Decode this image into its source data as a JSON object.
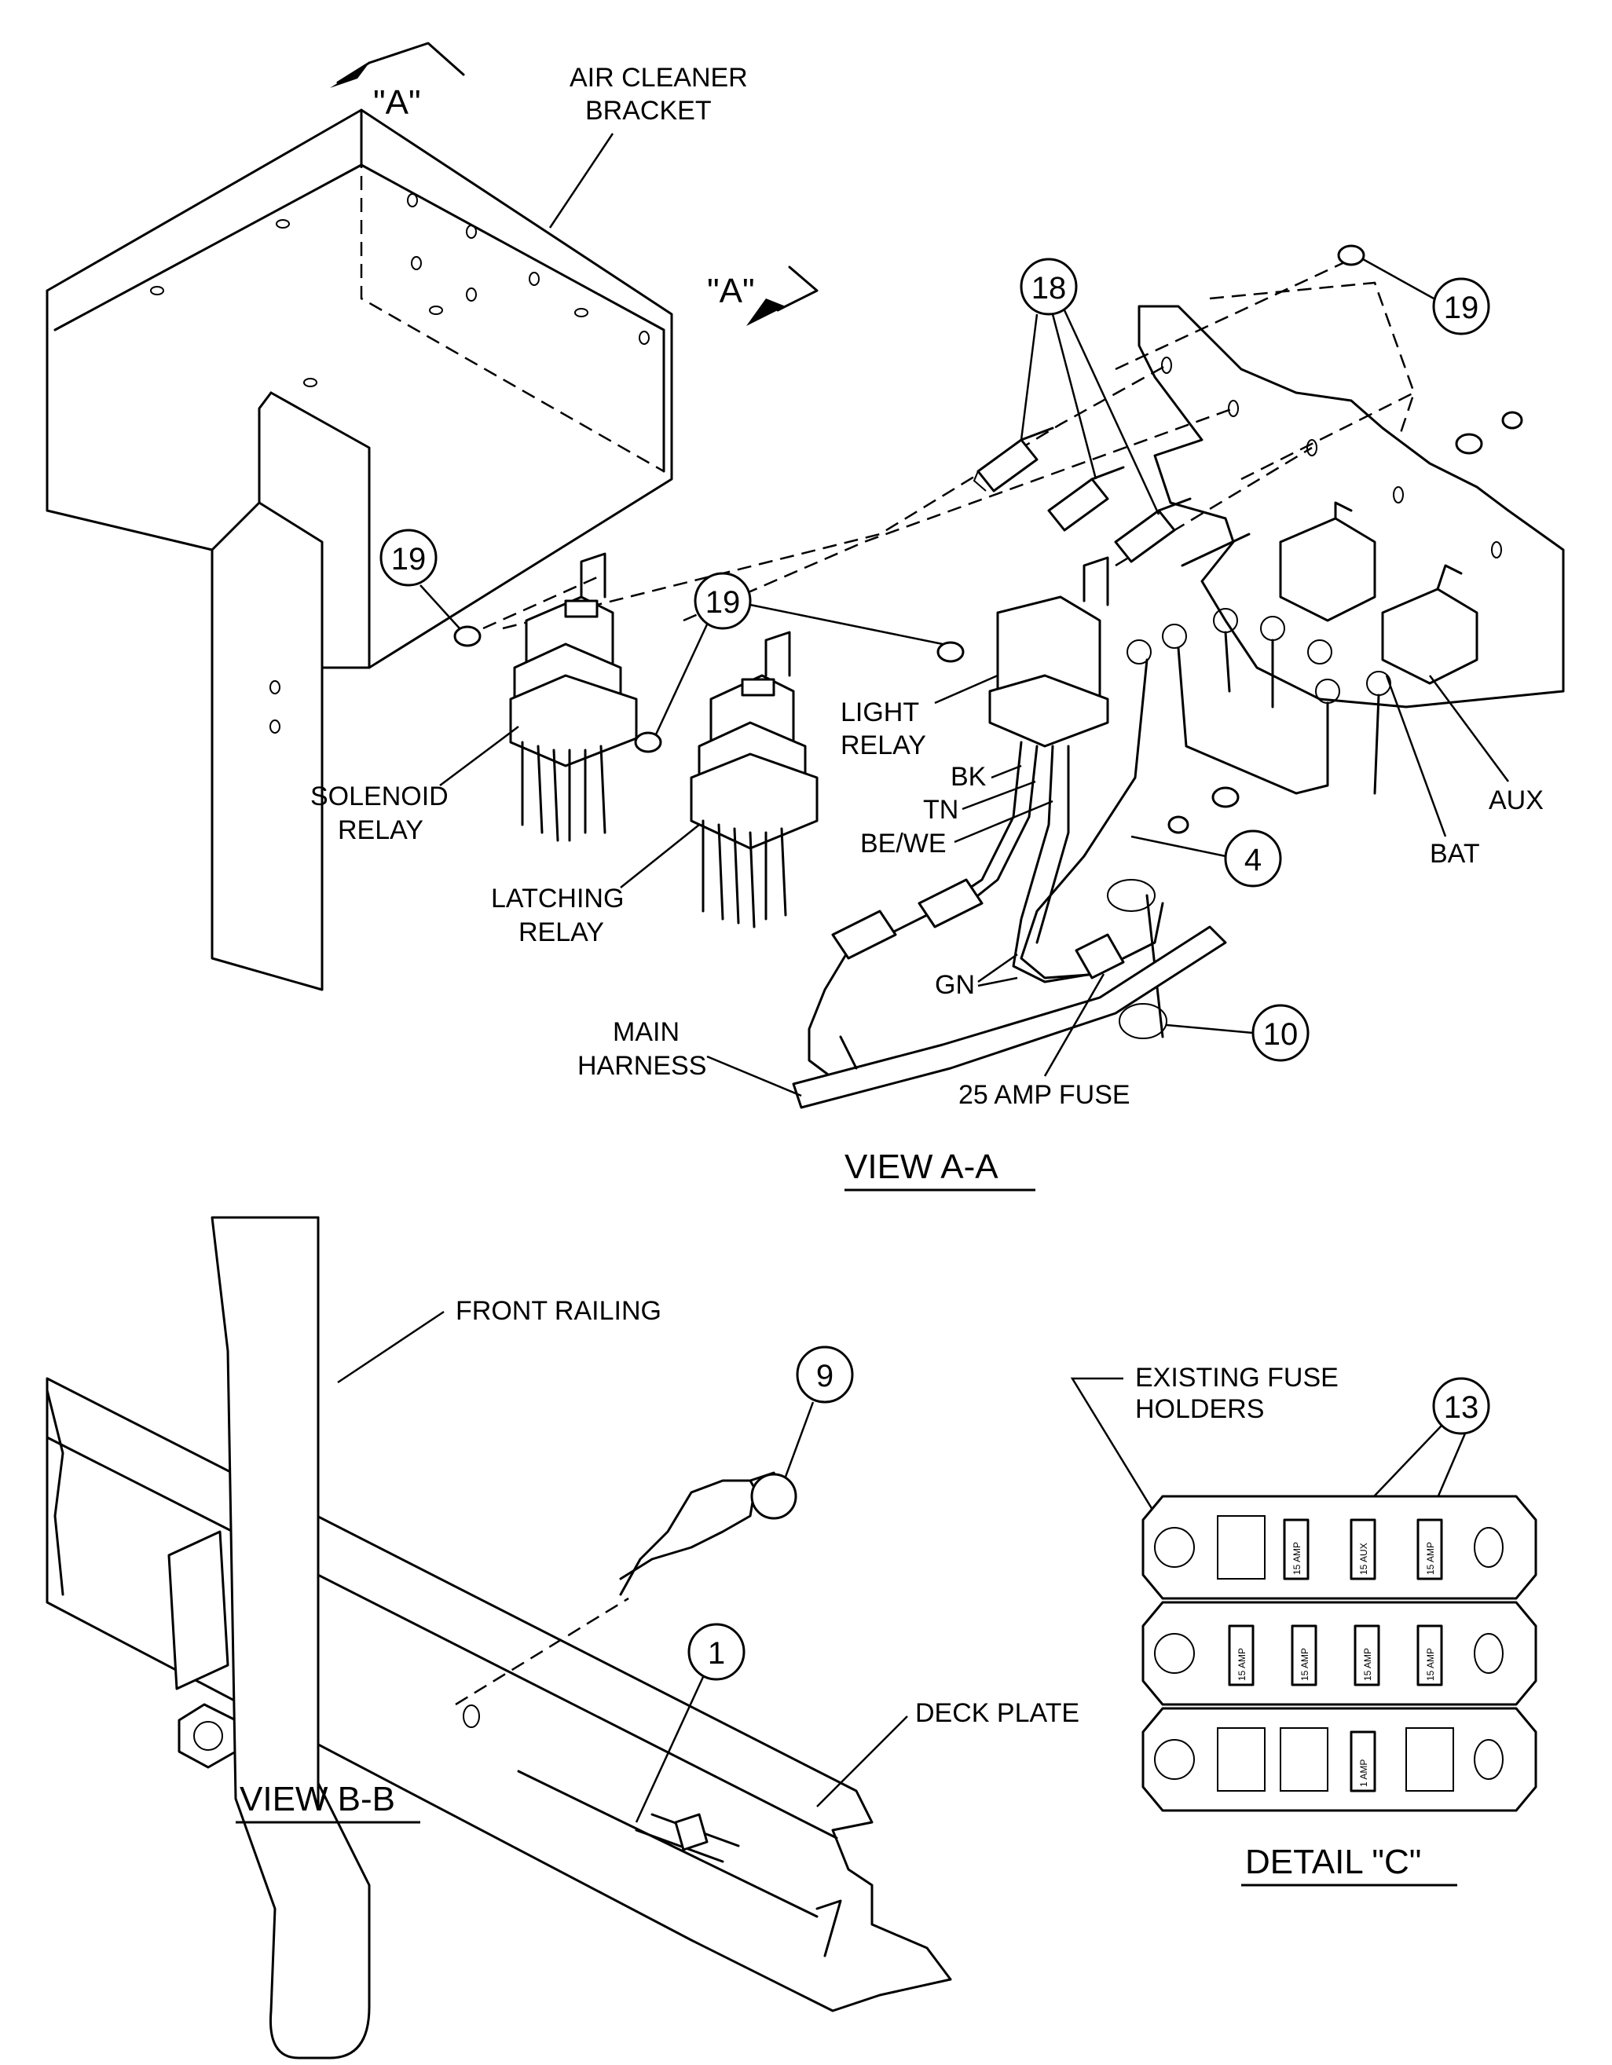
{
  "views": {
    "view_a": {
      "title": "VIEW A-A"
    },
    "view_b": {
      "title": "VIEW B-B"
    },
    "detail_c": {
      "title": "DETAIL \"C\""
    }
  },
  "section_markers": {
    "a1": "\"A\"",
    "a2": "\"A\""
  },
  "labels": {
    "air_cleaner_line1": "AIR CLEANER",
    "air_cleaner_line2": "BRACKET",
    "solenoid_line1": "SOLENOID",
    "solenoid_line2": "RELAY",
    "latching_line1": "LATCHING",
    "latching_line2": "RELAY",
    "light_line1": "LIGHT",
    "light_line2": "RELAY",
    "bk": "BK",
    "tn": "TN",
    "bewe": "BE/WE",
    "gn": "GN",
    "main_harness_line1": "MAIN",
    "main_harness_line2": "HARNESS",
    "fuse25": "25 AMP FUSE",
    "bat": "BAT",
    "aux": "AUX",
    "front_railing": "FRONT RAILING",
    "deck_plate": "DECK PLATE",
    "existing_fuse_line1": "EXISTING FUSE",
    "existing_fuse_line2": "HOLDERS"
  },
  "callouts": {
    "c18": "18",
    "c19a": "19",
    "c19b": "19",
    "c19c": "19",
    "c4": "4",
    "c10": "10",
    "c9": "9",
    "c1": "1",
    "c13": "13"
  },
  "fuse_labels": {
    "row1": [
      "15 AMP",
      "15 AUX",
      "15 AMP"
    ],
    "row2": [
      "15 AMP",
      "15 AMP",
      "15 AMP",
      "15 AMP"
    ],
    "row3": [
      "1 AMP"
    ]
  }
}
